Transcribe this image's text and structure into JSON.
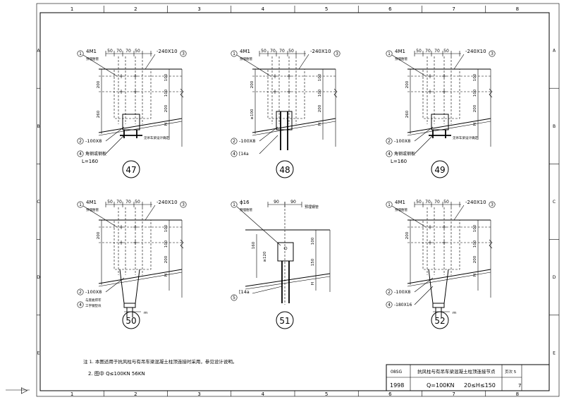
{
  "grid": {
    "columns": [
      "1",
      "2",
      "3",
      "4",
      "5",
      "6",
      "7",
      "8"
    ],
    "rows": [
      "A",
      "B",
      "C",
      "D",
      "E"
    ]
  },
  "details": [
    {
      "number": "47",
      "labels": {
        "part1": "4M1",
        "part1_note": "预埋胎管",
        "dims_top": [
          "50",
          "70",
          "70",
          "50"
        ],
        "part3": "-240X10",
        "part2": "-100X8",
        "part4": "角钢或钢板",
        "length": "L=160",
        "right_note": "见吊车梁设计确定"
      },
      "vdims_left": [
        "200",
        "260"
      ],
      "vdims_right": [
        "100",
        "100",
        "200",
        "H"
      ]
    },
    {
      "number": "48",
      "labels": {
        "part1": "4M1",
        "part1_note": "预埋胎管",
        "dims_top": [
          "50",
          "70",
          "70",
          "50"
        ],
        "part3": "-240X10",
        "part2": "-100X8",
        "part4": "[14a"
      },
      "vdims_left": [
        "200",
        "≥100"
      ],
      "vdims_right": [
        "100",
        "100",
        "200",
        "H"
      ]
    },
    {
      "number": "49",
      "labels": {
        "part1": "4M1",
        "part1_note": "预埋胎管",
        "dims_top": [
          "50",
          "70",
          "70",
          "50"
        ],
        "part3": "-240X10",
        "part2": "-100X8",
        "part4": "角钢或钢板",
        "length": "L=160",
        "right_note": "见吊车梁设计确定"
      },
      "vdims_left": [
        "200",
        "260"
      ],
      "vdims_right": [
        "100",
        "100",
        "200",
        "H"
      ]
    },
    {
      "number": "50",
      "labels": {
        "part1": "4M1",
        "part1_note": "预埋胎管",
        "dims_top": [
          "50",
          "70",
          "70",
          "50"
        ],
        "part3": "-240X10",
        "part2": "-100X8",
        "part4_a": "与底板焊牢",
        "part4_b": "工字钢垫块",
        "m": "m"
      },
      "vdims_left": [
        "200"
      ],
      "vdims_right": [
        "100",
        "100",
        "200",
        "H"
      ]
    },
    {
      "number": "51",
      "labels": {
        "part1": "ϕ16",
        "part1_note": "预埋胎管",
        "dims_top": [
          "90",
          "90"
        ],
        "right_top": "预埋钢管",
        "part5": "[14a"
      },
      "vdims_left": [
        "160",
        "≥120"
      ],
      "vdims_right": [
        "100",
        "150",
        "H"
      ]
    },
    {
      "number": "52",
      "labels": {
        "part1": "4M1",
        "part1_note": "预埋胎管",
        "dims_top": [
          "50",
          "70",
          "70",
          "50"
        ],
        "part3": "-240X10",
        "part2": "-100X8",
        "part4": "-180X16",
        "m": "m"
      },
      "vdims_left": [
        "200"
      ],
      "vdims_right": [
        "100",
        "100",
        "200",
        "H"
      ]
    }
  ],
  "notes": {
    "line1": "注 1. 本图适用于抗风柱与有吊车梁混凝土柱顶连接时采用，参见设计说明。",
    "line2": "2. 图中 Q≤100KN  56KN"
  },
  "title_block": {
    "code": "08SG",
    "year": "1998",
    "title": "抗风柱与有吊车梁混凝土柱顶连接节点",
    "param_q": "Q=100KN",
    "param_h": "20≤H≤150",
    "page_label": "页次 5",
    "page_no": "7"
  },
  "marker": "▷"
}
